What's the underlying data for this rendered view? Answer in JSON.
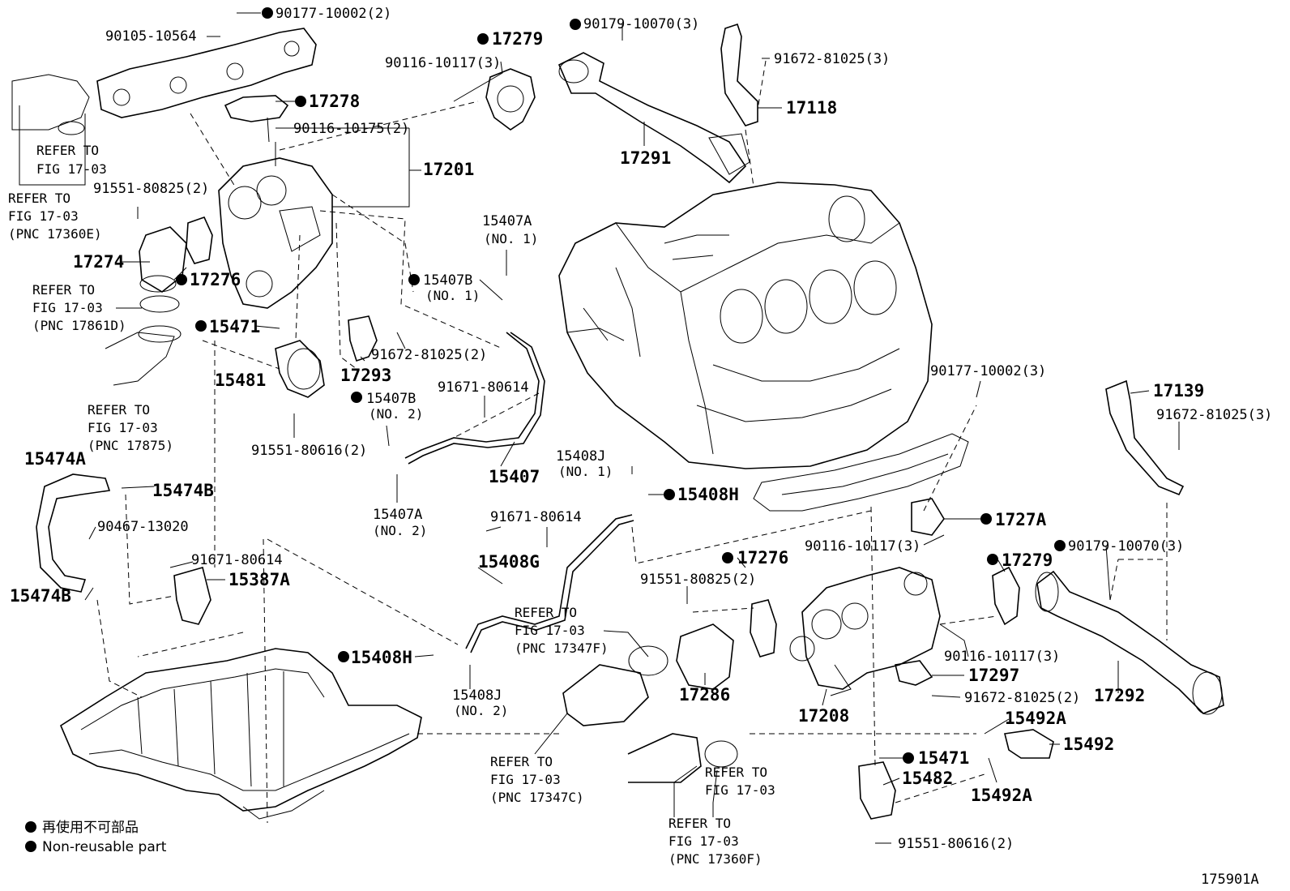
{
  "figure_id": "175901A",
  "legend": {
    "ja": "再使用不可部品",
    "en": "Non-reusable part"
  },
  "callouts": {
    "c90177_top": "90177-10002(2)",
    "c90105": "90105-10564",
    "c17279_top": "17279",
    "c90179_top": "90179-10070(3)",
    "c91672_top": "91672-81025(3)",
    "c90116_117_top": "90116-10117(3)",
    "c17278": "17278",
    "c17118": "17118",
    "c90116_175": "90116-10175(2)",
    "c17201": "17201",
    "c17291": "17291",
    "c91551_825_top": "91551-80825(2)",
    "c17274": "17274",
    "c17276_top": "17276",
    "c15407a_top": "15407A",
    "c15407a_top_no": "(NO. 1)",
    "c15407b_top": "15407B",
    "c15407b_top_no": "(NO. 1)",
    "c15471_top": "15471",
    "c91672_mid": "91672-81025(2)",
    "c17293": "17293",
    "c15481": "15481",
    "c91671_top": "91671-80614",
    "c15407b_mid": "15407B",
    "c15407b_mid_no": "(NO. 2)",
    "c91551_616_top": "91551-80616(2)",
    "c15474a": "15474A",
    "c15474b_top": "15474B",
    "c90467": "90467-13020",
    "c15474b_bot": "15474B",
    "c91671_mid": "91671-80614",
    "c15387a": "15387A",
    "c15407": "15407",
    "c15407a_bot": "15407A",
    "c15407a_bot_no": "(NO. 2)",
    "c15408j_top": "15408J",
    "c15408j_top_no": "(NO. 1)",
    "c15408h_top": "15408H",
    "c91671_low": "91671-80614",
    "c15408g": "15408G",
    "c90177_right": "90177-10002(3)",
    "c17139": "17139",
    "c91672_right": "91672-81025(3)",
    "c1727a": "1727A",
    "c90116_117_mid": "90116-10117(3)",
    "c90179_right": "90179-10070(3)",
    "c17276_right": "17276",
    "c17279_right": "17279",
    "c91551_825_right": "91551-80825(2)",
    "c15408h_bot": "15408H",
    "c15408j_bot": "15408J",
    "c15408j_bot_no": "(NO. 2)",
    "c17286": "17286",
    "c17208": "17208",
    "c90116_117_low": "90116-10117(3)",
    "c17297": "17297",
    "c91672_low": "91672-81025(2)",
    "c17292": "17292",
    "c15492a_top": "15492A",
    "c15492": "15492",
    "c15471_bot": "15471",
    "c15482": "15482",
    "c15492a_bot": "15492A",
    "c91551_616_bot": "91551-80616(2)"
  },
  "references": {
    "r1": [
      "REFER TO",
      "FIG 17-03"
    ],
    "r2": [
      "REFER TO",
      "FIG 17-03",
      "(PNC 17360E)"
    ],
    "r3": [
      "REFER TO",
      "FIG 17-03",
      "(PNC 17861D)"
    ],
    "r4": [
      "REFER TO",
      "FIG 17-03",
      "(PNC 17875)"
    ],
    "r5": [
      "REFER TO",
      "FIG 17-03",
      "(PNC 17347F)"
    ],
    "r6": [
      "REFER TO",
      "FIG 17-03",
      "(PNC 17347C)"
    ],
    "r7": [
      "REFER TO",
      "FIG 17-03"
    ],
    "r8": [
      "REFER TO",
      "FIG 17-03",
      "(PNC 17360F)"
    ]
  }
}
